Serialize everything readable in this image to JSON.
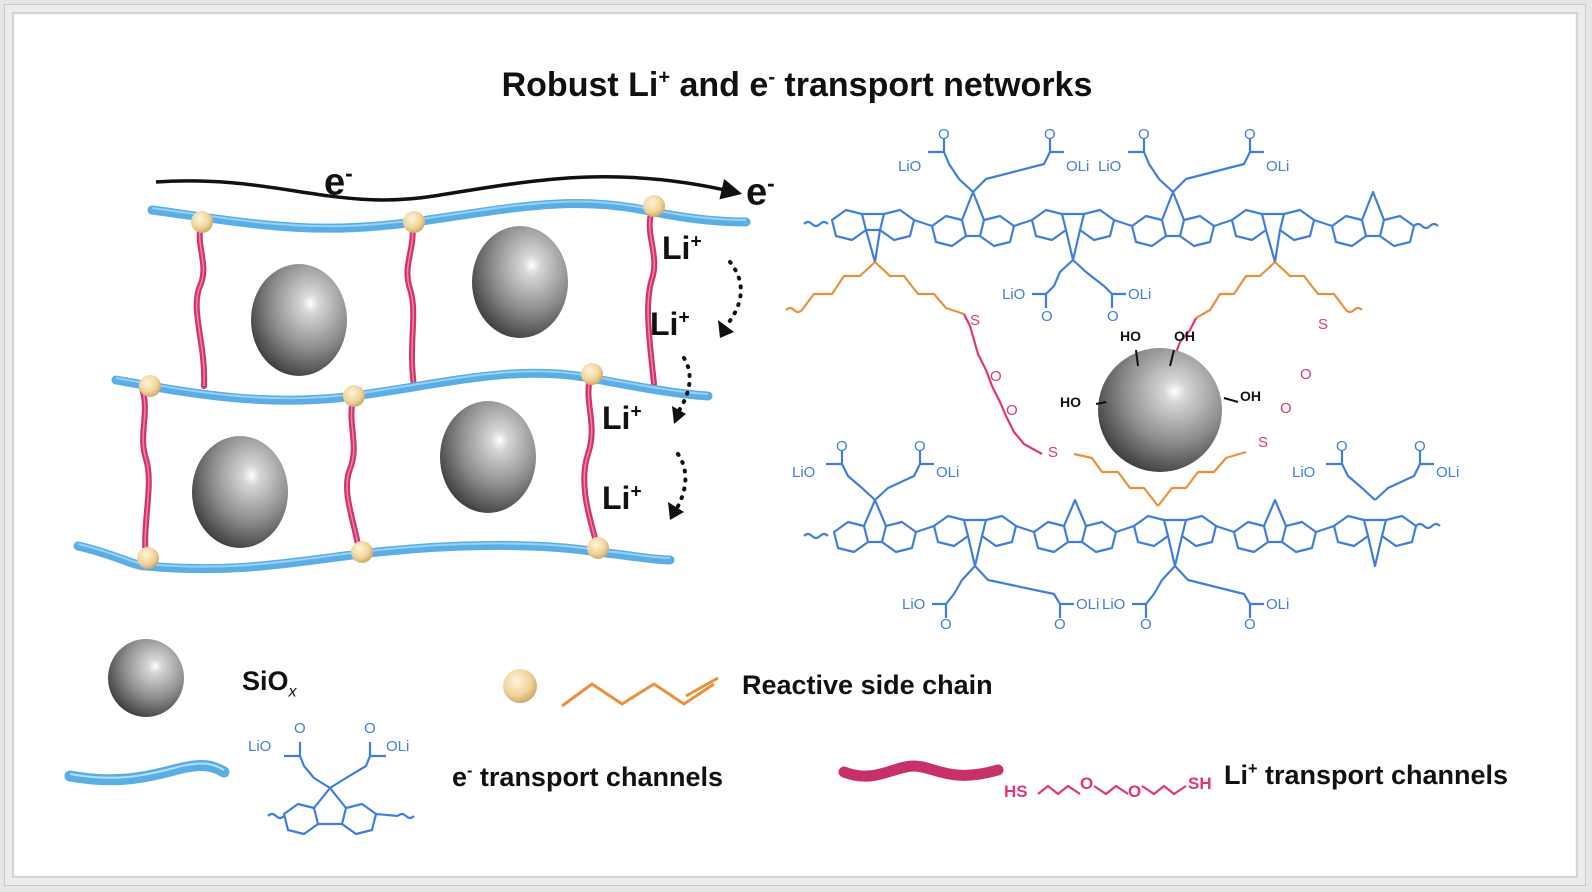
{
  "title": {
    "prefix": "Robust Li",
    "sup1": "+",
    "middle": " and e",
    "sup2": "-",
    "suffix": " transport networks"
  },
  "network_diagram": {
    "electron_label_start": "e",
    "electron_label_end": "e",
    "electron_sup": "-",
    "li_hops": [
      {
        "base": "Li",
        "sup": "+"
      },
      {
        "base": "Li",
        "sup": "+"
      },
      {
        "base": "Li",
        "sup": "+"
      },
      {
        "base": "Li",
        "sup": "+"
      }
    ]
  },
  "molecular_structure": {
    "carboxylate_left": "LiO",
    "carboxylate_right": "OLi",
    "carbonyl_o": "O",
    "thioether_s": "S",
    "ether_o": "O",
    "hydroxyls": [
      "HO",
      "OH",
      "HO",
      "OH"
    ]
  },
  "legend": {
    "siox": {
      "base": "SiO",
      "sub": "x"
    },
    "reactive_side_chain": "Reactive side chain",
    "e_transport": {
      "base": "e",
      "sup": "-",
      "text": " transport channels"
    },
    "li_transport": {
      "base": "Li",
      "sup": "+",
      "text": " transport channels"
    },
    "thiol_formula": {
      "hs": "HS",
      "o": "O",
      "sh": "SH"
    }
  },
  "colors": {
    "electron_channel": "#5aaee3",
    "li_channel": "#d2336e",
    "node": "#f0d49a",
    "polymer_blue": "#3f7fdb",
    "side_chain_orange": "#e9913a",
    "thiol_pink": "#e0357a",
    "sphere_gray": "#8a8a8a"
  }
}
